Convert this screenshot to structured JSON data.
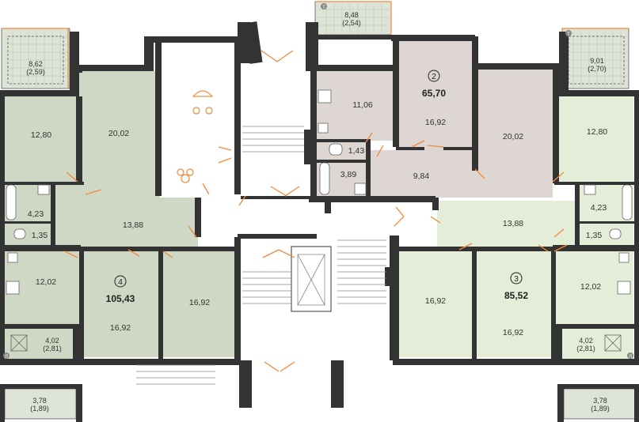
{
  "colors": {
    "apt2": "#ddd6d2",
    "apt3": "#e4edd8",
    "apt4": "#cfd7c5",
    "balcony": "#dde3d6",
    "wall": "#333333",
    "accent": "#f08a3c"
  },
  "apartments": [
    {
      "id": "apt-4",
      "number": "4",
      "area": "105,43"
    },
    {
      "id": "apt-2",
      "number": "2",
      "area": "65,70"
    },
    {
      "id": "apt-3",
      "number": "3",
      "area": "85,52"
    }
  ],
  "rooms": {
    "a4_balcony_top": "8,62",
    "a4_balcony_top_sub": "(2,59)",
    "a4_bed1": "12,80",
    "a4_living": "20,02",
    "a4_bath": "4,23",
    "a4_wc": "1,35",
    "a4_hall": "13,88",
    "a4_kitchen": "12,02",
    "a4_room": "16,92",
    "a4_room2": "16,92",
    "a4_loggia": "4,02",
    "a4_loggia_sub": "(2,81)",
    "a2_balcony": "8,48",
    "a2_balcony_sub": "(2,54)",
    "a2_kitchen": "11,06",
    "a2_room": "16,92",
    "a2_wc": "1,43",
    "a2_bath": "3,89",
    "a2_hall": "9,84",
    "a2_living": "20,02",
    "a3_balcony_top": "9,01",
    "a3_balcony_top_sub": "(2,70)",
    "a3_bed1": "12,80",
    "a3_bath": "4,23",
    "a3_wc": "1,35",
    "a3_hall": "13,88",
    "a3_kitchen": "12,02",
    "a3_room": "16,92",
    "a3_room2": "16,92",
    "a3_loggia": "4,02",
    "a3_loggia_sub": "(2,81)",
    "left_bottom_balcony": "3,78",
    "left_bottom_balcony_sub": "(1,89)",
    "right_bottom_balcony": "3,78",
    "right_bottom_balcony_sub": "(1,89)"
  },
  "markers": {
    "balcony_marker": "Т",
    "loggia_marker": "Л"
  }
}
